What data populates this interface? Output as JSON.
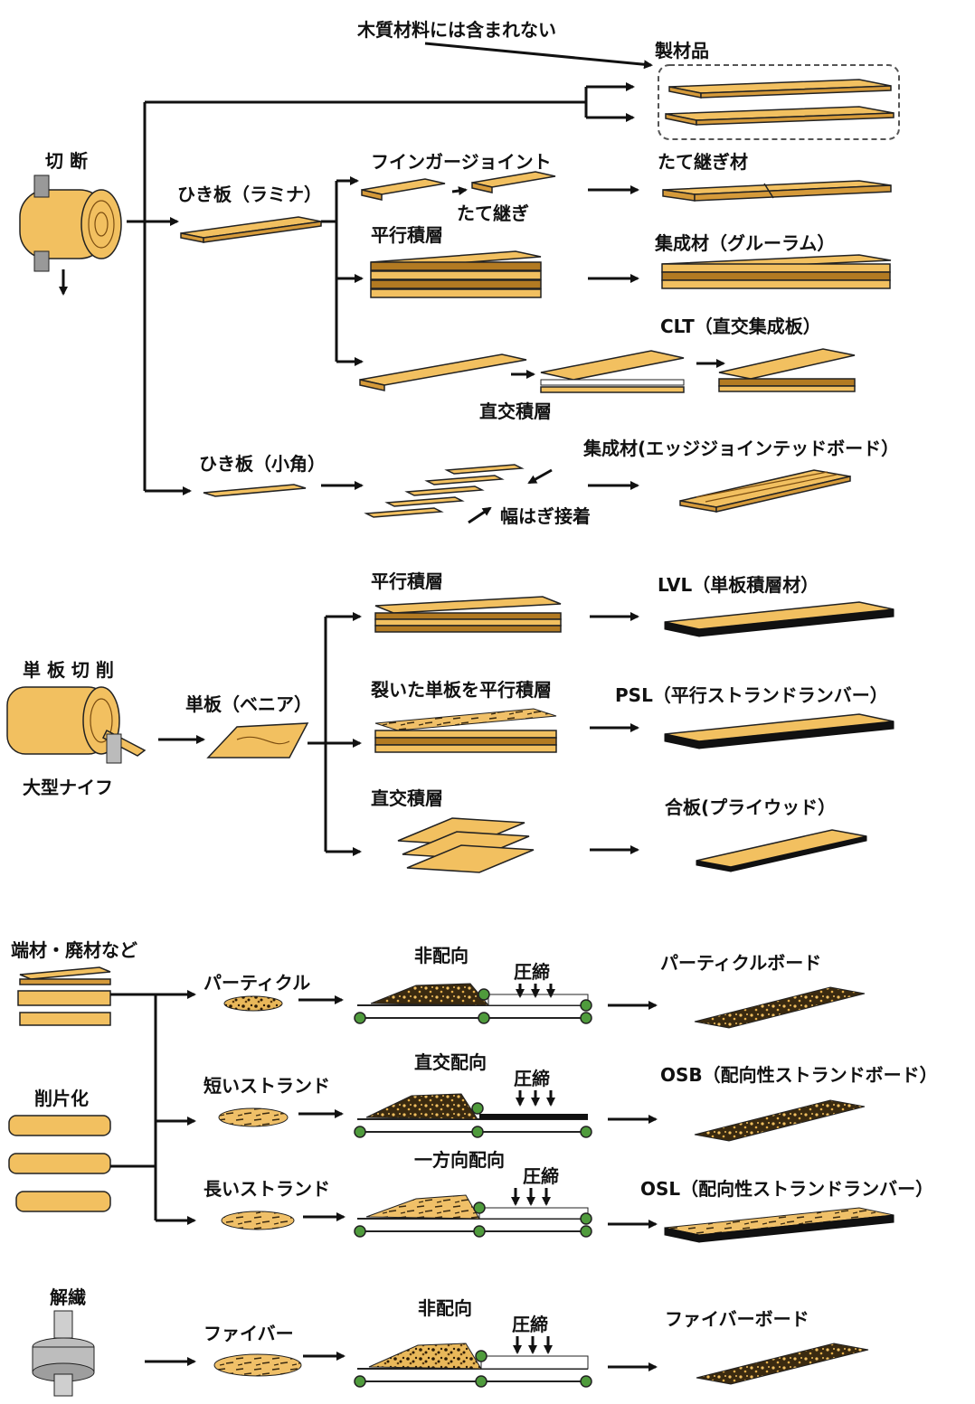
{
  "diagram": {
    "sawing": {
      "note": "木質材料には含まれない",
      "cut_label": "切 断",
      "lumber_label": "製材品",
      "lamina_label": "ひき板（ラミナ）",
      "finger_joint_label": "フインガージョイント",
      "end_joint_label": "たて継ぎ",
      "end_jointed_product_label": "たて継ぎ材",
      "parallel_lamination_label": "平行積層",
      "glulam_label": "集成材（グルーラム）",
      "clt_label": "CLT（直交集成板）",
      "cross_lamination_label": "直交積層",
      "small_board_label": "ひき板（小角）",
      "edge_glue_label": "幅はぎ接着",
      "edge_glued_label": "集成材(エッジジョインテッドボード）"
    },
    "veneer": {
      "peeling_label": "単 板 切 削",
      "knife_label": "大型ナイフ",
      "veneer_label": "単板（ベニア）",
      "parallel_lamination_label": "平行積層",
      "lvl_label": "LVL（単板積層材）",
      "split_parallel_label": "裂いた単板を平行積層",
      "psl_label": "PSL（平行ストランドランバー）",
      "cross_lamination_label": "直交積層",
      "plywood_label": "合板(プライウッド）"
    },
    "particles": {
      "offcuts_label": "端材・廃材など",
      "chipping_label": "削片化",
      "particle_label": "パーティクル",
      "random_orient_label": "非配向",
      "press_label": "圧締",
      "particleboard_label": "パーティクルボード",
      "short_strand_label": "短いストランド",
      "cross_orient_label": "直交配向",
      "press_label_2": "圧締",
      "osb_label": "OSB（配向性ストランドボード）",
      "long_strand_label": "長いストランド",
      "uni_orient_label": "一方向配向",
      "press_label_3": "圧締",
      "osl_label": "OSL（配向性ストランドランバー）"
    },
    "fibers": {
      "defibration_label": "解繊",
      "fiber_label": "ファイバー",
      "random_orient_label": "非配向",
      "press_label": "圧締",
      "fiberboard_label": "ファイバーボード"
    }
  },
  "colors": {
    "wood": "#f2c060",
    "wood_dark": "#b27a22",
    "roller": "#4f9b3c",
    "line": "#111111"
  }
}
